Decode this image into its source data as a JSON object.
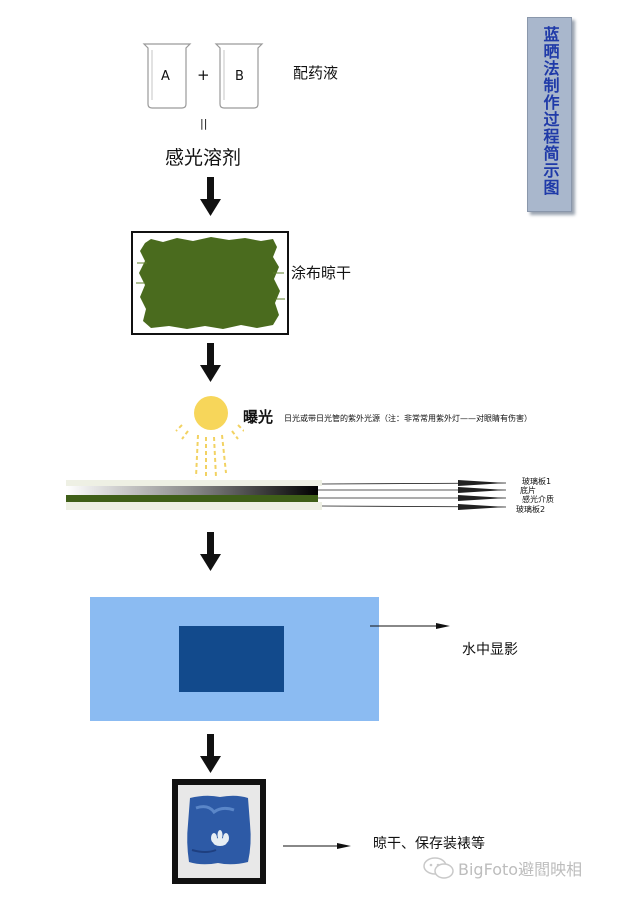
{
  "title": "蓝晒法制作过程简示图",
  "step1": {
    "beaker_a": "A",
    "plus": "+",
    "beaker_b": "B",
    "label": "配药液",
    "equals": "||",
    "result": "感光溶剂"
  },
  "step2": {
    "label": "涂布晾干"
  },
  "step3": {
    "label": "曝光",
    "note": "日光或带日光管的紫外光源（注：非常常用紫外灯——对眼睛有伤害）",
    "layers": [
      "玻璃板1",
      "底片",
      "感光介质",
      "玻璃板2"
    ]
  },
  "step4": {
    "label": "水中显影"
  },
  "step5": {
    "label": "晾干、保存装裱等"
  },
  "watermark": "BigFoto避閻映相",
  "colors": {
    "title_bg": "#a9b7cc",
    "title_text": "#1f3aa8",
    "coating": "#4a6b1e",
    "sun": "#f7d65a",
    "tray": "#8bbbf2",
    "print": "#124a8c"
  }
}
